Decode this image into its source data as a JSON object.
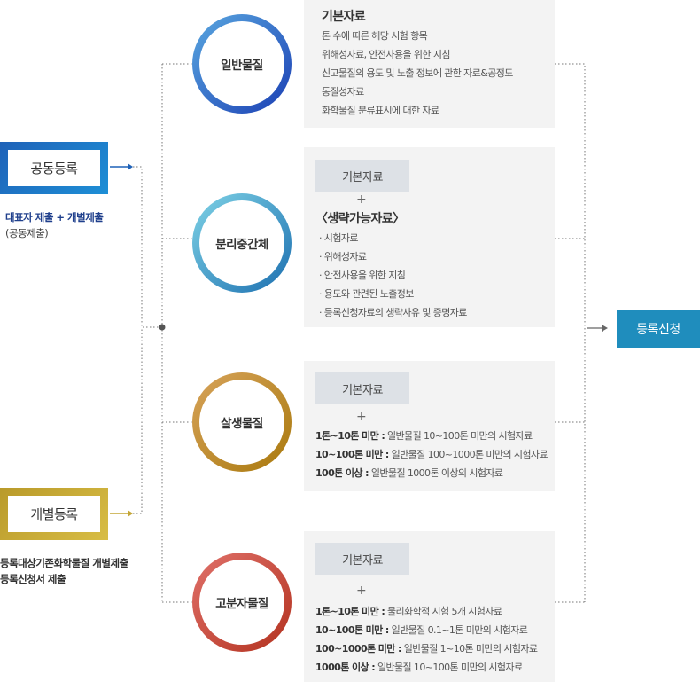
{
  "registration": {
    "joint": {
      "label": "공동등록",
      "desc_main": "대표자 제출 + 개별제출",
      "desc_sub": "(공동제출)"
    },
    "individual": {
      "label": "개별등록",
      "desc_line1": "등록대상기존화학물질 개별제출",
      "desc_line2": "등록신청서 제출"
    }
  },
  "substances": [
    {
      "name": "일반물질",
      "title": "기본자료",
      "items": [
        "톤 수에 따른 해당 시험 항목",
        "위해성자료, 안전사용을 위한 지침",
        "신고물질의 용도 및 노출 정보에 관한 자료&공정도",
        "동질성자료",
        "화학물질 분류표시에 대한 자료"
      ]
    },
    {
      "name": "분리중간체",
      "tag": "기본자료",
      "plus": "+",
      "subtitle": "〈생략가능자료〉",
      "items": [
        "· 시험자료",
        "· 위해성자료",
        "· 안전사용을 위한 지침",
        "· 용도와 관련된 노출정보",
        "· 등록신청자료의 생략사유 및 증명자료"
      ]
    },
    {
      "name": "살생물질",
      "tag": "기본자료",
      "plus": "+",
      "rows": [
        {
          "key": "1톤~10톤 미만 :",
          "val": " 일반물질 10~100톤 미만의 시험자료"
        },
        {
          "key": "10~100톤 미만 :",
          "val": " 일반물질 100~1000톤 미만의 시험자료"
        },
        {
          "key": "100톤 이상 :",
          "val": " 일반물질 1000톤 이상의 시험자료"
        }
      ]
    },
    {
      "name": "고분자물질",
      "tag": "기본자료",
      "plus": "+",
      "rows": [
        {
          "key": "1톤~10톤 미만 :",
          "val": " 물리화학적 시험 5개 시험자료"
        },
        {
          "key": "10~100톤 미만 :",
          "val": " 일반물질 0.1~1톤 미만의 시험자료"
        },
        {
          "key": "100~1000톤 미만 :",
          "val": " 일반물질 1~10톤 미만의 시험자료"
        },
        {
          "key": "1000톤 이상 :",
          "val": " 일반물질 10~100톤 미만의 시험자료"
        }
      ]
    }
  ],
  "final": {
    "label": "등록신청"
  },
  "colors": {
    "joint": "#1f62b8",
    "individual": "#c4a535",
    "final": "#1f8dbd",
    "connector": "#666666"
  }
}
